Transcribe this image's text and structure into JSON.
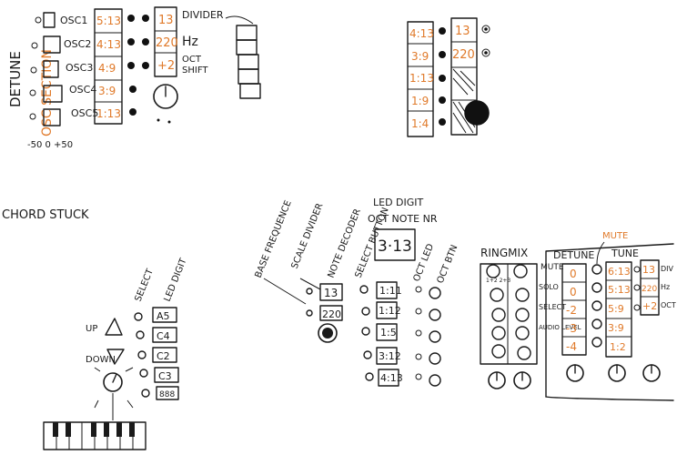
{
  "osc_section": {
    "detune_label": "DETUNE",
    "section_label": "OSC SECTION",
    "scale_text": "-50 0 +50",
    "oscillators": [
      {
        "label": "OSC1",
        "ratio": "5:13"
      },
      {
        "label": "OSC2",
        "ratio": "4:13"
      },
      {
        "label": "OSC3",
        "ratio": "4:9"
      },
      {
        "label": "OSC4",
        "ratio": "3:9"
      },
      {
        "label": "OSC5",
        "ratio": "1:13"
      }
    ],
    "digits": [
      "13",
      "220",
      "+2"
    ],
    "divider_label": "DIVIDER",
    "hz_label": "Hz",
    "oct_label": "OCT",
    "shift_label": "SHIFT"
  },
  "osc_mini": {
    "ratios": [
      "4:13",
      "3:9",
      "1:13",
      "1:9",
      "1:4"
    ],
    "digits": [
      "13",
      "220"
    ]
  },
  "chord_stuck": {
    "title": "CHORD STUCK",
    "select_label": "SELECT",
    "led_digit_label": "LED DIGIT",
    "up_label": "UP",
    "down_label": "DOWN",
    "digits": [
      "A5",
      "C4",
      "C2",
      "C3",
      "888"
    ]
  },
  "base_section": {
    "base_frequence_label": "BASE FREQUENCE",
    "scale_divider_label": "SCALE DIVIDER",
    "note_decoder_label": "NOTE DECODER",
    "select_button_label": "SELECT BUTTON",
    "led_digit_label": "LED DIGIT",
    "oct_note_nr_label": "OCT NOTE NR",
    "big_digit": "3·13",
    "scale_digit": "13",
    "base_digit": "220",
    "ratios": [
      "1:11",
      "1:12",
      "1:5",
      "3:12",
      "4:13"
    ],
    "oct_led_label": "OCT LED",
    "oct_btn_label": "OCT BTN"
  },
  "ringmix": {
    "title": "RINGMIX",
    "ring_small_label": "1+2  2+3",
    "mute_label": "MUTE",
    "solo_label": "SOLO",
    "select_label": "SELECT",
    "audio_level_label": "AUDIO LEVEL",
    "detune_label": "DETUNE",
    "tune_label": "TUNE",
    "mute_note": "MUTE",
    "detune_values": [
      "0",
      "0",
      "-2",
      "-3",
      "-4"
    ],
    "tune_values": [
      "6:13",
      "5:13",
      "5:9",
      "3:9",
      "1:2"
    ],
    "right_digits": [
      "13",
      "220",
      "+2"
    ],
    "div_label": "DIV",
    "hz_label": "Hz",
    "oct_label": "OCT"
  }
}
